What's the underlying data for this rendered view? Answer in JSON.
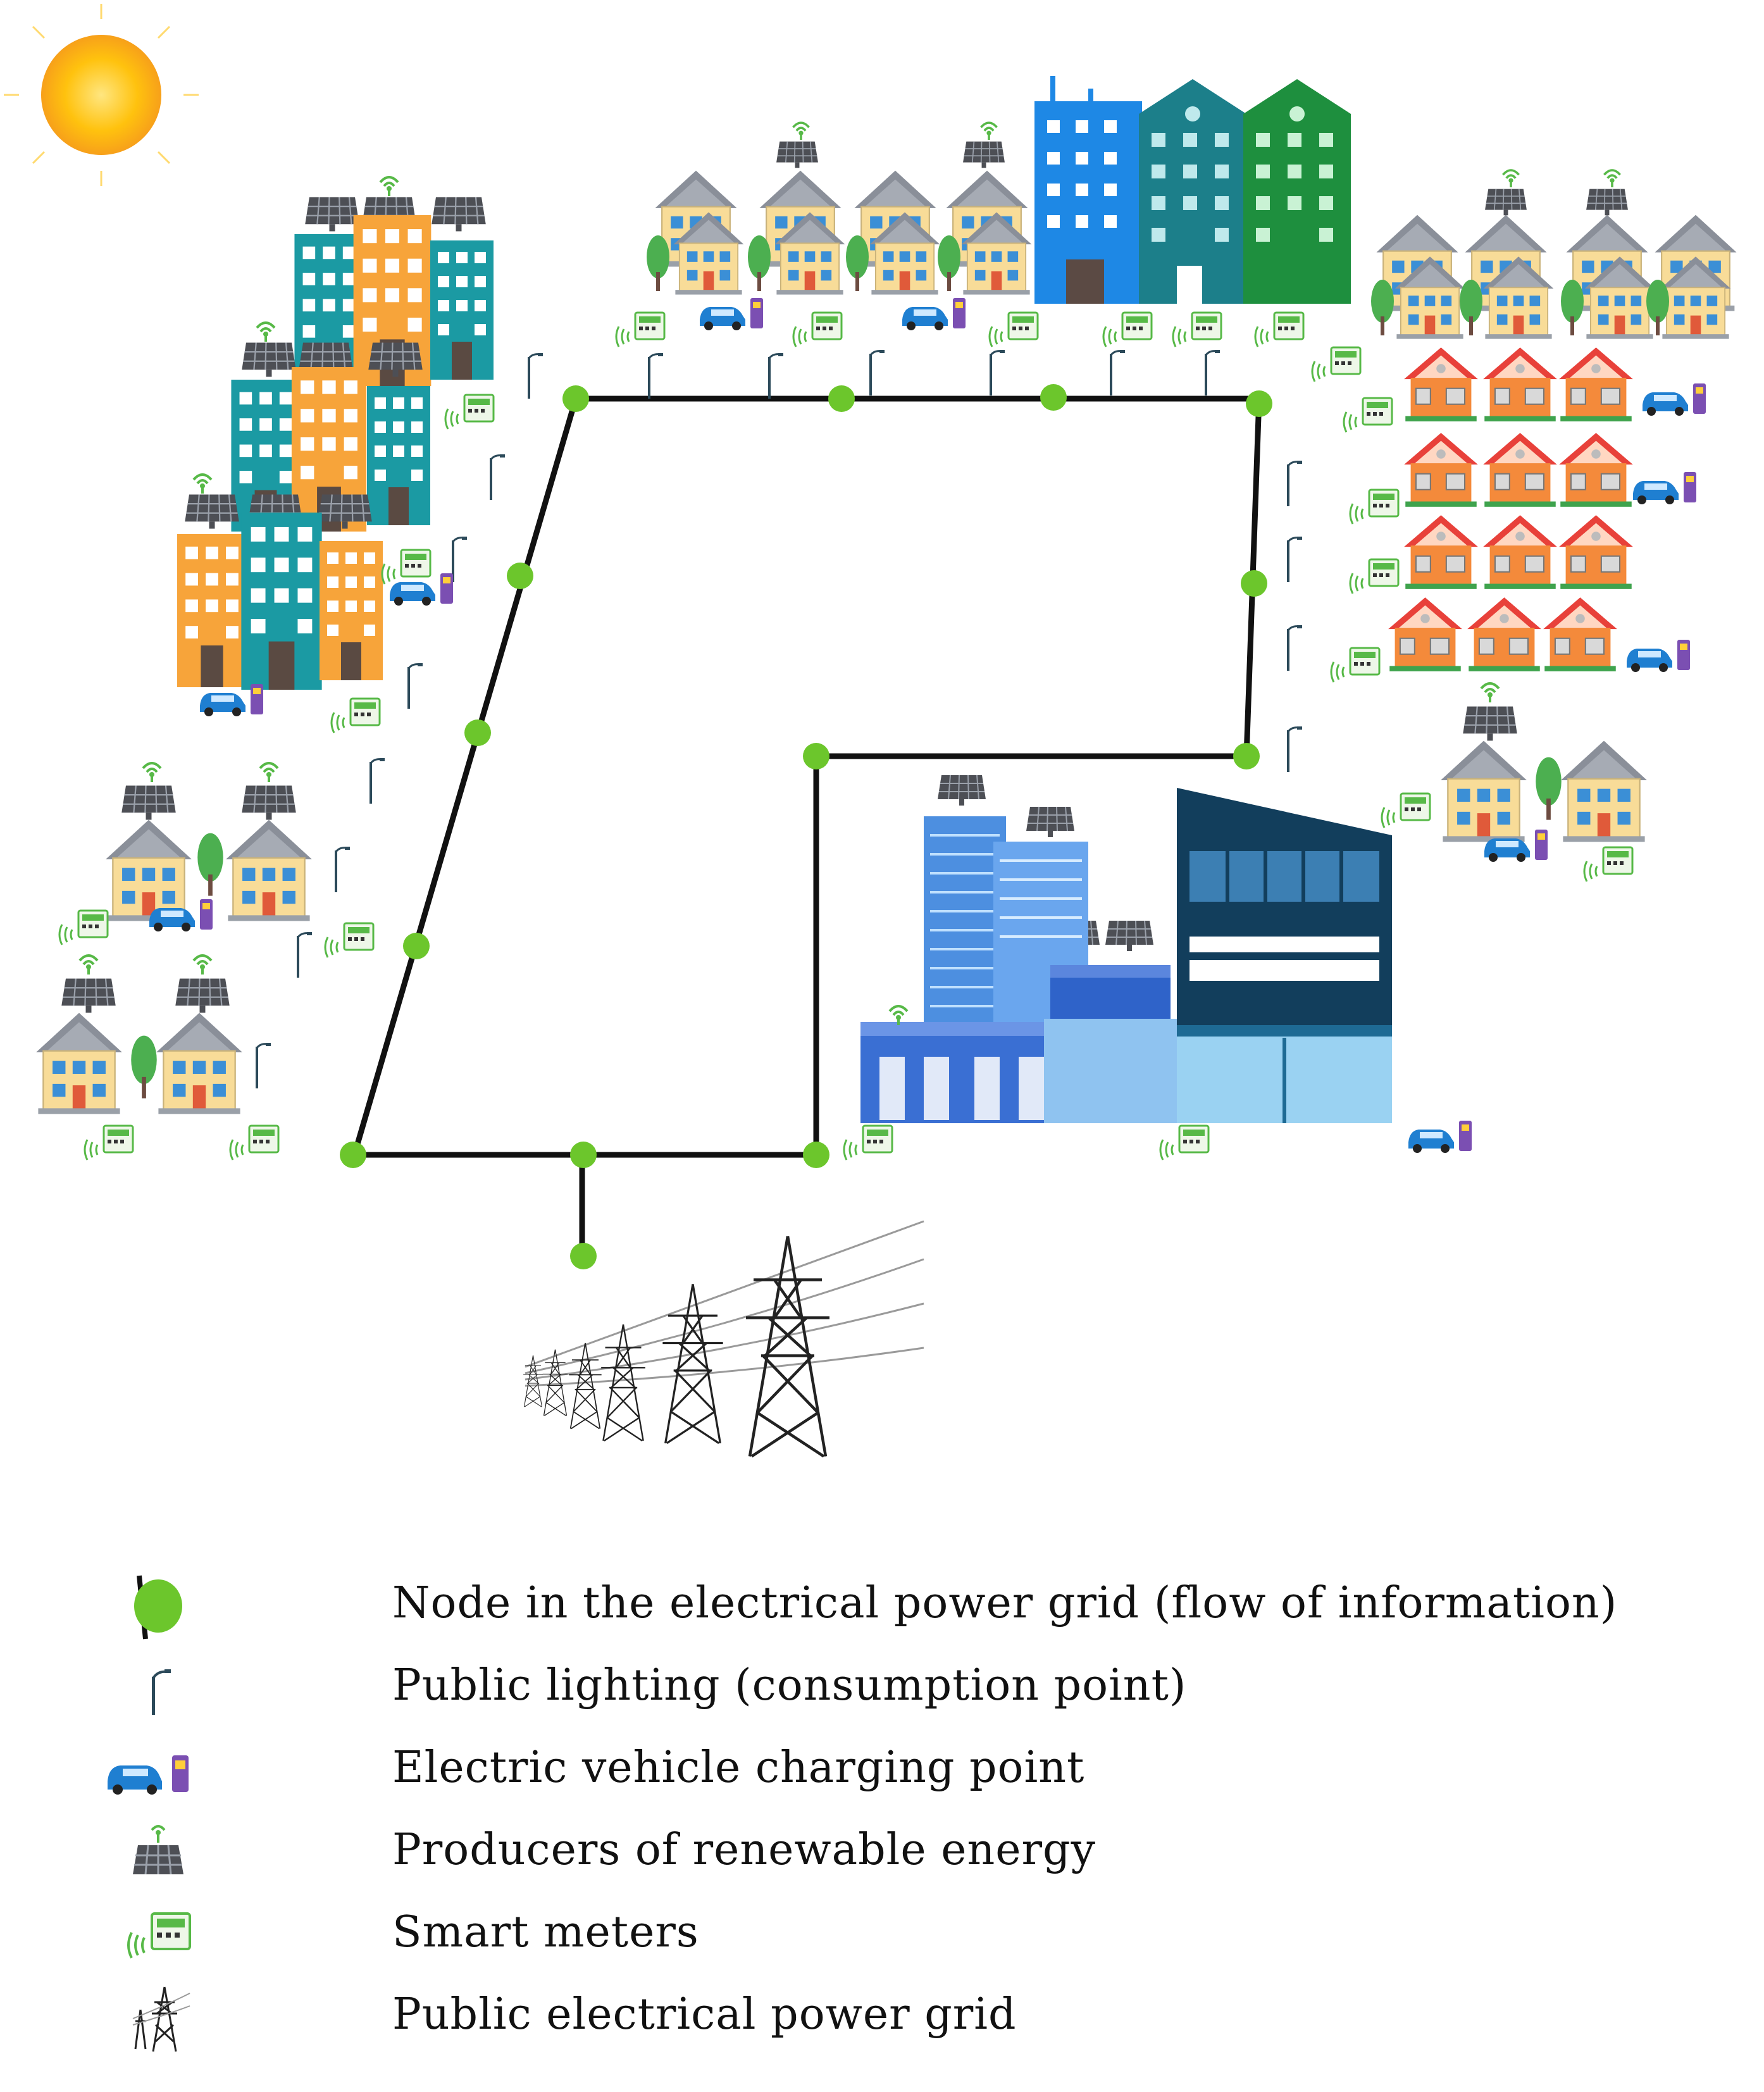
{
  "legend": {
    "items": [
      {
        "icon": "grid-node-icon",
        "label": "Node in the electrical power grid (flow of information)"
      },
      {
        "icon": "street-lamp-icon",
        "label": "Public lighting (consumption point)"
      },
      {
        "icon": "ev-charger-icon",
        "label": "Electric vehicle charging point"
      },
      {
        "icon": "solar-panel-icon",
        "label": "Producers of renewable energy"
      },
      {
        "icon": "smart-meter-icon",
        "label": "Smart meters"
      },
      {
        "icon": "transmission-tower-icon",
        "label": "Public electrical power grid"
      }
    ]
  },
  "colors": {
    "node": "#6cc62c",
    "line": "#111111",
    "sun": "#ffc20e",
    "house_wall": "#f8dc98",
    "house_roof": "#8a8f99",
    "teal_building": "#1b9aa3",
    "orange_building": "#f7a43a",
    "blue_building": "#1e88e5",
    "green_building": "#1e8f3e",
    "red_roof": "#e8413a",
    "office_dark": "#123e5c",
    "office_blue": "#4d8fe0",
    "ev_car": "#1f7fd1",
    "charger": "#7b4fb2",
    "meter_green": "#57b947"
  }
}
